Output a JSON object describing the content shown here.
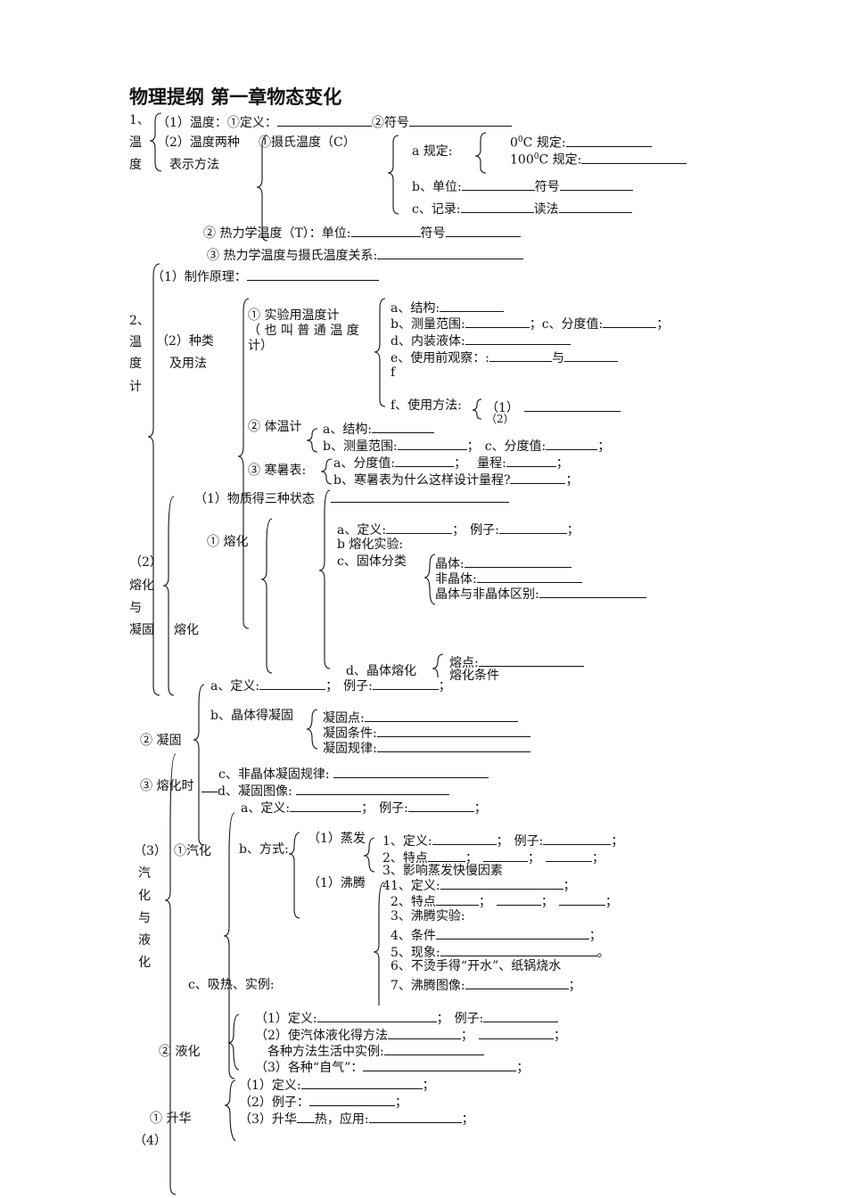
{
  "title": "物理提纲 第一章物态变化",
  "s1": {
    "label": [
      "1、",
      "温",
      "度"
    ],
    "q1": "（1）温度：①定义：",
    "q1b": "②符号",
    "q2a": "（2）温度两种",
    "q2b": "表示方法",
    "celsius": "①摄氏温度（C）",
    "a_rule": "a 规定:",
    "zero_pre": "0",
    "zero_sup": "0",
    "zero_post": "C 规定:",
    "hundred_pre": "100",
    "hundred_sup": "0",
    "hundred_post": "C 规定:",
    "b_unit": "b、单位:",
    "b_symbol": "符号",
    "c_record": "c、记录:",
    "c_read": "读法",
    "thermo": "② 热力学温度（T）：单位:",
    "thermo_sym": "符号",
    "relation": "③ 热力学温度与摄氏温度关系:"
  },
  "s2": {
    "label": [
      "2、",
      "温",
      "度",
      "计"
    ],
    "principle": "（1）制作原理：",
    "kinds": "（2）种类",
    "usage": "及用法",
    "lab1": "① 实验用温度计",
    "lab2": "（ 也 叫 普 通 温 度",
    "lab3": "计）",
    "a_struct": "a、结构:",
    "b_range": "b、测量范围:",
    "c_div": "c、分度值:",
    "d_liquid": "d、内装液体:",
    "e_observe": "e、使用前观察：:",
    "e_and": "与",
    "f_letter": "f",
    "f_use": "f、使用方法:",
    "f_use1": "（1）",
    "f_use2": "（2）",
    "clin": "② 体温计",
    "clin_a": "a、结构:",
    "clin_b": "b、测量范围:",
    "clin_c": "c、分度值:",
    "max": "③ 寒暑表:",
    "max_a": "a、分度值:",
    "max_range": "量程:",
    "max_b": "b、寒暑表为什么这样设计量程?",
    "semi": "；"
  },
  "s3": {
    "label": [
      "（2）",
      "熔化",
      "与",
      "凝固"
    ],
    "label2": "熔化",
    "states": "（1）物质得三种状态",
    "melt": "① 熔化",
    "m_a": "a、定义:",
    "m_example": "例子:",
    "m_b": "b 熔化实验:",
    "m_c": "c、固体分类",
    "crystal": "晶体:",
    "noncrystal": "非晶体:",
    "diff": "晶体与非晶体区别:",
    "m_d": "d、晶体熔化",
    "mp": "熔点:",
    "mcond": "熔化条件",
    "freeze": "② 凝固",
    "f_a": "a、定义:",
    "f_example": "例子:",
    "f_b": "b、晶体得凝固",
    "fp": "凝固点:",
    "fcond": "凝固条件:",
    "frule": "凝固规律:",
    "f_c": "c、非晶体凝固规律:",
    "melt_time": "③ 熔化时",
    "f_d": "d、凝固图像:"
  },
  "s4": {
    "label": [
      "（3）",
      "汽",
      "化",
      "与",
      "液",
      "化"
    ],
    "vap": "①汽化",
    "v_a": "a、定义:",
    "v_example": "例子:",
    "v_b": "b、方式:",
    "evap": "（1）蒸发",
    "e1": "1、定义:",
    "e1ex": "例子:",
    "e2": "2、特点",
    "e3": "3、影响蒸发快慢因素",
    "e4": "4",
    "boil": "（1）沸腾",
    "b1": "1、定义:",
    "b2": "2、特点",
    "b3": "3、沸腾实验:",
    "b4": "4、条件",
    "b5": "5、现象:",
    "b5end": "。",
    "b6": "6、不烫手得“开水”、纸锅烧水",
    "b7": "7、沸腾图像:",
    "v_c": "c、吸热、实例:",
    "liq": "② 液化",
    "l1": "（1）定义:",
    "l1ex": "例子:",
    "l2": "（2）使汽体液化得方法",
    "l2b": "各种方法生活中实例:",
    "l3": "（3）各种“自气”：",
    "sub": "① 升华",
    "label4": "（4）",
    "s1": "（1）定义:",
    "s2": "（2）例子：",
    "s3a": "（3）升华",
    "s3b": "热，应用:"
  }
}
